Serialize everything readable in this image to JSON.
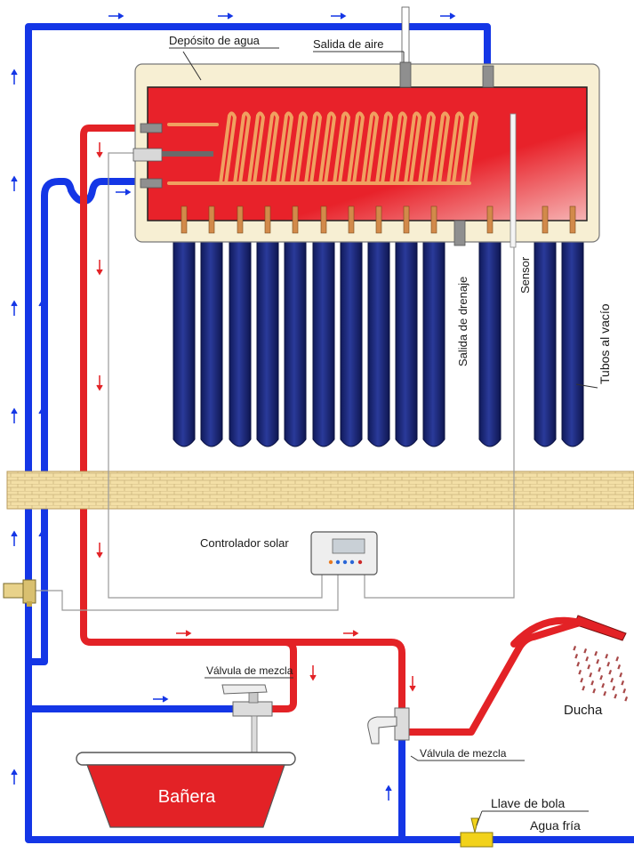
{
  "labels": {
    "tank": "Depósito de agua",
    "air_outlet": "Salida de aire",
    "drain_outlet": "Salida de drenaje",
    "sensor": "Sensor",
    "vacuum_tubes": "Tubos al vacío",
    "controller": "Controlador solar",
    "mixing_valve_bath": "Válvula de mezcla",
    "mixing_valve_shower": "Válvula de mezcla",
    "shower": "Ducha",
    "bathtub": "Bañera",
    "ball_valve": "Llave de bola",
    "cold_water": "Agua fría"
  },
  "colors": {
    "cold_pipe": "#1436e6",
    "hot_pipe": "#e32226",
    "tank_red": "#e8222a",
    "tank_insulation": "#f7efd3",
    "tube_navy": "#1b2878",
    "coil": "#f0a060",
    "wall": "#f3dfa6",
    "valve_yellow": "#f2d21a"
  }
}
